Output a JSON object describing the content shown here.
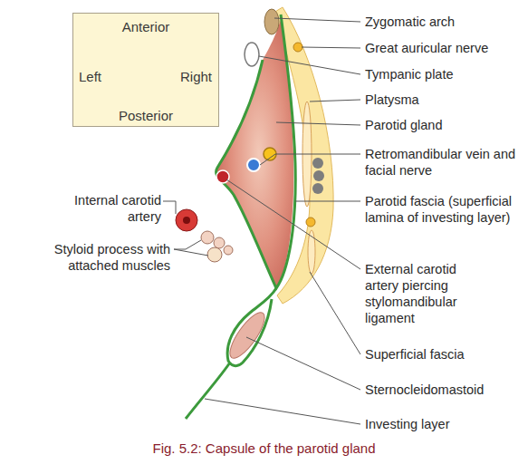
{
  "diagram": {
    "caption": "Fig. 5.2: Capsule of the parotid gland",
    "nodes": [
      {
        "text": [
          "Anterior",
          "Left",
          "Right",
          "Posterior"
        ]
      }
    ],
    "labels": [
      "Zygomatic arch",
      "Great auricular nerve",
      "Tympanic plate",
      "Platysma",
      "Parotid gland",
      "Retromandibular vein and facial nerve",
      "Parotid fascia (superficial lamina of investing layer)",
      "Internal carotid artery",
      "Styloid process with attached muscles",
      "External carotid artery piercing stylomandibular ligament",
      "Superficial fascia",
      "Sternocleidomastoid",
      "Investing layer"
    ]
  }
}
